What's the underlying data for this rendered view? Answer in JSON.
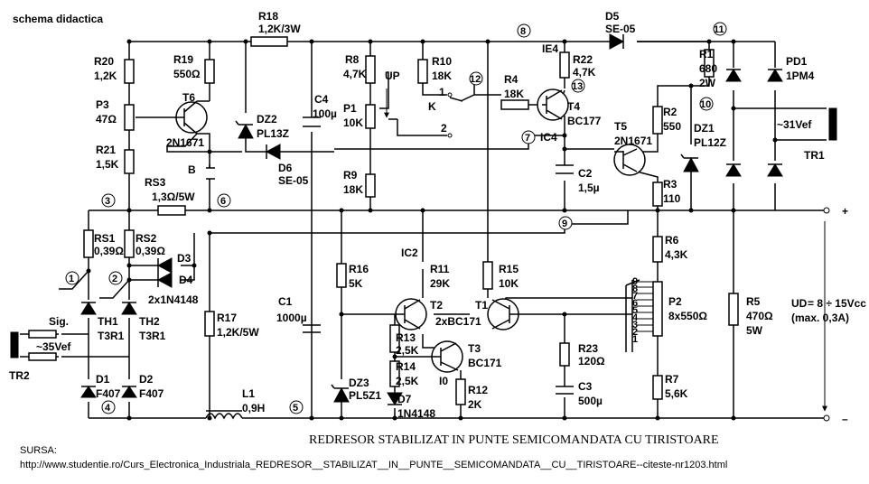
{
  "header": {
    "label": "schema didactica"
  },
  "title": "REDRESOR STABILIZAT IN PUNTE SEMICOMANDATA CU TIRISTOARE",
  "source": {
    "label": "SURSA:",
    "url": "http://www.studentie.ro/Curs_Electronica_Industriala_REDRESOR__STABILIZAT__IN__PUNTE__SEMICOMANDATA__CU__TIRISTOARE--citeste-nr1203.html"
  },
  "nodes": [
    "1",
    "2",
    "3",
    "4",
    "5",
    "6",
    "7",
    "8",
    "9",
    "10",
    "11",
    "12",
    "13"
  ],
  "components": {
    "R18": {
      "name": "R18",
      "value": "1,2K/3W"
    },
    "D5": {
      "name": "D5",
      "value": "SE-05"
    },
    "R20": {
      "name": "R20",
      "value": "1,2K"
    },
    "R19": {
      "name": "R19",
      "value": "550Ω"
    },
    "T6": {
      "name": "T6",
      "value": "2N1671"
    },
    "P3": {
      "name": "P3",
      "value": "47Ω"
    },
    "R21": {
      "name": "R21",
      "value": "1,5K"
    },
    "B": {
      "name": "B"
    },
    "DZ2": {
      "name": "DZ2",
      "value": "PL13Z"
    },
    "D6": {
      "name": "D6",
      "value": "SE-05"
    },
    "C4": {
      "name": "C4",
      "value": "100µ"
    },
    "R8": {
      "name": "R8",
      "value": "4,7K"
    },
    "P1": {
      "name": "P1",
      "value": "10K"
    },
    "UP": {
      "name": "UP"
    },
    "R9": {
      "name": "R9",
      "value": "18K"
    },
    "R10": {
      "name": "R10",
      "value": "18K"
    },
    "K": {
      "name": "K",
      "pos1": "1",
      "pos2": "2"
    },
    "R4": {
      "name": "R4",
      "value": "18K"
    },
    "IE4": {
      "name": "IE4"
    },
    "R22": {
      "name": "R22",
      "value": "4,7K"
    },
    "T4": {
      "name": "T4",
      "value": "BC177"
    },
    "IC4": {
      "name": "IC4"
    },
    "C2": {
      "name": "C2",
      "value": "1,5µ"
    },
    "T5": {
      "name": "T5",
      "value": "2N1671"
    },
    "R2": {
      "name": "R2",
      "value": "550"
    },
    "R1": {
      "name": "R1",
      "value": "680",
      "power": "2W"
    },
    "DZ1": {
      "name": "DZ1",
      "value": "PL12Z"
    },
    "R3": {
      "name": "R3",
      "value": "110"
    },
    "PD1": {
      "name": "PD1",
      "value": "1PM4"
    },
    "TR1": {
      "name": "TR1",
      "value": "~31Vef"
    },
    "RS3": {
      "name": "RS3",
      "value": "1,3Ω/5W"
    },
    "RS1": {
      "name": "RS1",
      "value": "0,39Ω"
    },
    "RS2": {
      "name": "RS2",
      "value": "0,39Ω"
    },
    "D3": {
      "name": "D3"
    },
    "D4": {
      "name": "D4",
      "value": "2x1N4148"
    },
    "TH1": {
      "name": "TH1",
      "value": "T3R1"
    },
    "TH2": {
      "name": "TH2",
      "value": "T3R1"
    },
    "Sig": {
      "name": "Sig."
    },
    "TR2": {
      "name": "TR2",
      "value": "~35Vef"
    },
    "D1": {
      "name": "D1",
      "value": "F407"
    },
    "D2": {
      "name": "D2",
      "value": "F407"
    },
    "R17": {
      "name": "R17",
      "value": "1,2K/5W"
    },
    "L1": {
      "name": "L1",
      "value": "0,9H"
    },
    "R16": {
      "name": "R16",
      "value": "5K"
    },
    "C1": {
      "name": "C1",
      "value": "1000µ"
    },
    "DZ3": {
      "name": "DZ3",
      "value": "PL5Z1"
    },
    "IC2": {
      "name": "IC2"
    },
    "R11": {
      "name": "R11",
      "value": "29K"
    },
    "T2": {
      "name": "T2"
    },
    "T1": {
      "name": "T1"
    },
    "T12": {
      "value": "2xBC171"
    },
    "R15": {
      "name": "R15",
      "value": "10K"
    },
    "R13": {
      "name": "R13",
      "value": "2,5K"
    },
    "R14": {
      "name": "R14",
      "value": "2,5K"
    },
    "T3": {
      "name": "T3",
      "value": "BC171"
    },
    "I0": {
      "name": "I0"
    },
    "D7": {
      "name": "D7",
      "value": "1N4148"
    },
    "R12": {
      "name": "R12",
      "value": "2K"
    },
    "R23": {
      "name": "R23",
      "value": "120Ω"
    },
    "C3": {
      "name": "C3",
      "value": "500µ"
    },
    "R6": {
      "name": "R6",
      "value": "4,3K"
    },
    "P2": {
      "name": "P2",
      "value": "8x550Ω",
      "taps": [
        "9",
        "8",
        "7",
        "6",
        "5",
        "4",
        "3",
        "2",
        "1"
      ]
    },
    "R7": {
      "name": "R7",
      "value": "5,6K"
    },
    "R5": {
      "name": "R5",
      "value": "470Ω",
      "power": "5W"
    },
    "UD": {
      "name": "UD",
      "value": "= 8 ÷ 15Vcc",
      "note": "(max. 0,3A)"
    }
  },
  "terminals": {
    "plus": "+",
    "minus": "–"
  }
}
